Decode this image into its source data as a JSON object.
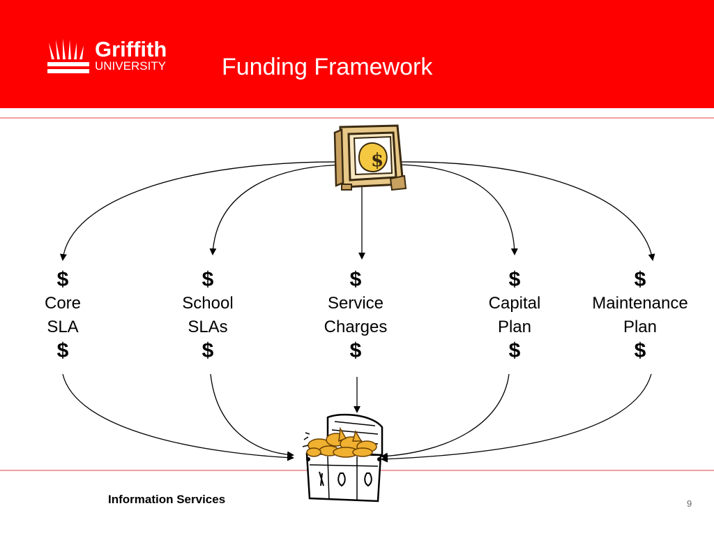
{
  "header": {
    "logo_word": "Griffith",
    "logo_sub": "UNIVERSITY",
    "title": "Funding Framework"
  },
  "colors": {
    "header_bg": "#ff0000",
    "rule": "#f0a0a0",
    "text": "#000000"
  },
  "diagram": {
    "source_icon": "money-safe-icon",
    "sink_icon": "treasure-chest-icon",
    "nodes": [
      {
        "top": "$",
        "line1": "Core",
        "line2": "SLA",
        "bottom": "$"
      },
      {
        "top": "$",
        "line1": "School",
        "line2": "SLAs",
        "bottom": "$"
      },
      {
        "top": "$",
        "line1": "Service",
        "line2": "Charges",
        "bottom": "$"
      },
      {
        "top": "$",
        "line1": "Capital",
        "line2": "Plan",
        "bottom": "$"
      },
      {
        "top": "$",
        "line1": "Maintenance",
        "line2": "Plan",
        "bottom": "$"
      }
    ]
  },
  "footer": {
    "left": "Information Services",
    "page": "9"
  }
}
